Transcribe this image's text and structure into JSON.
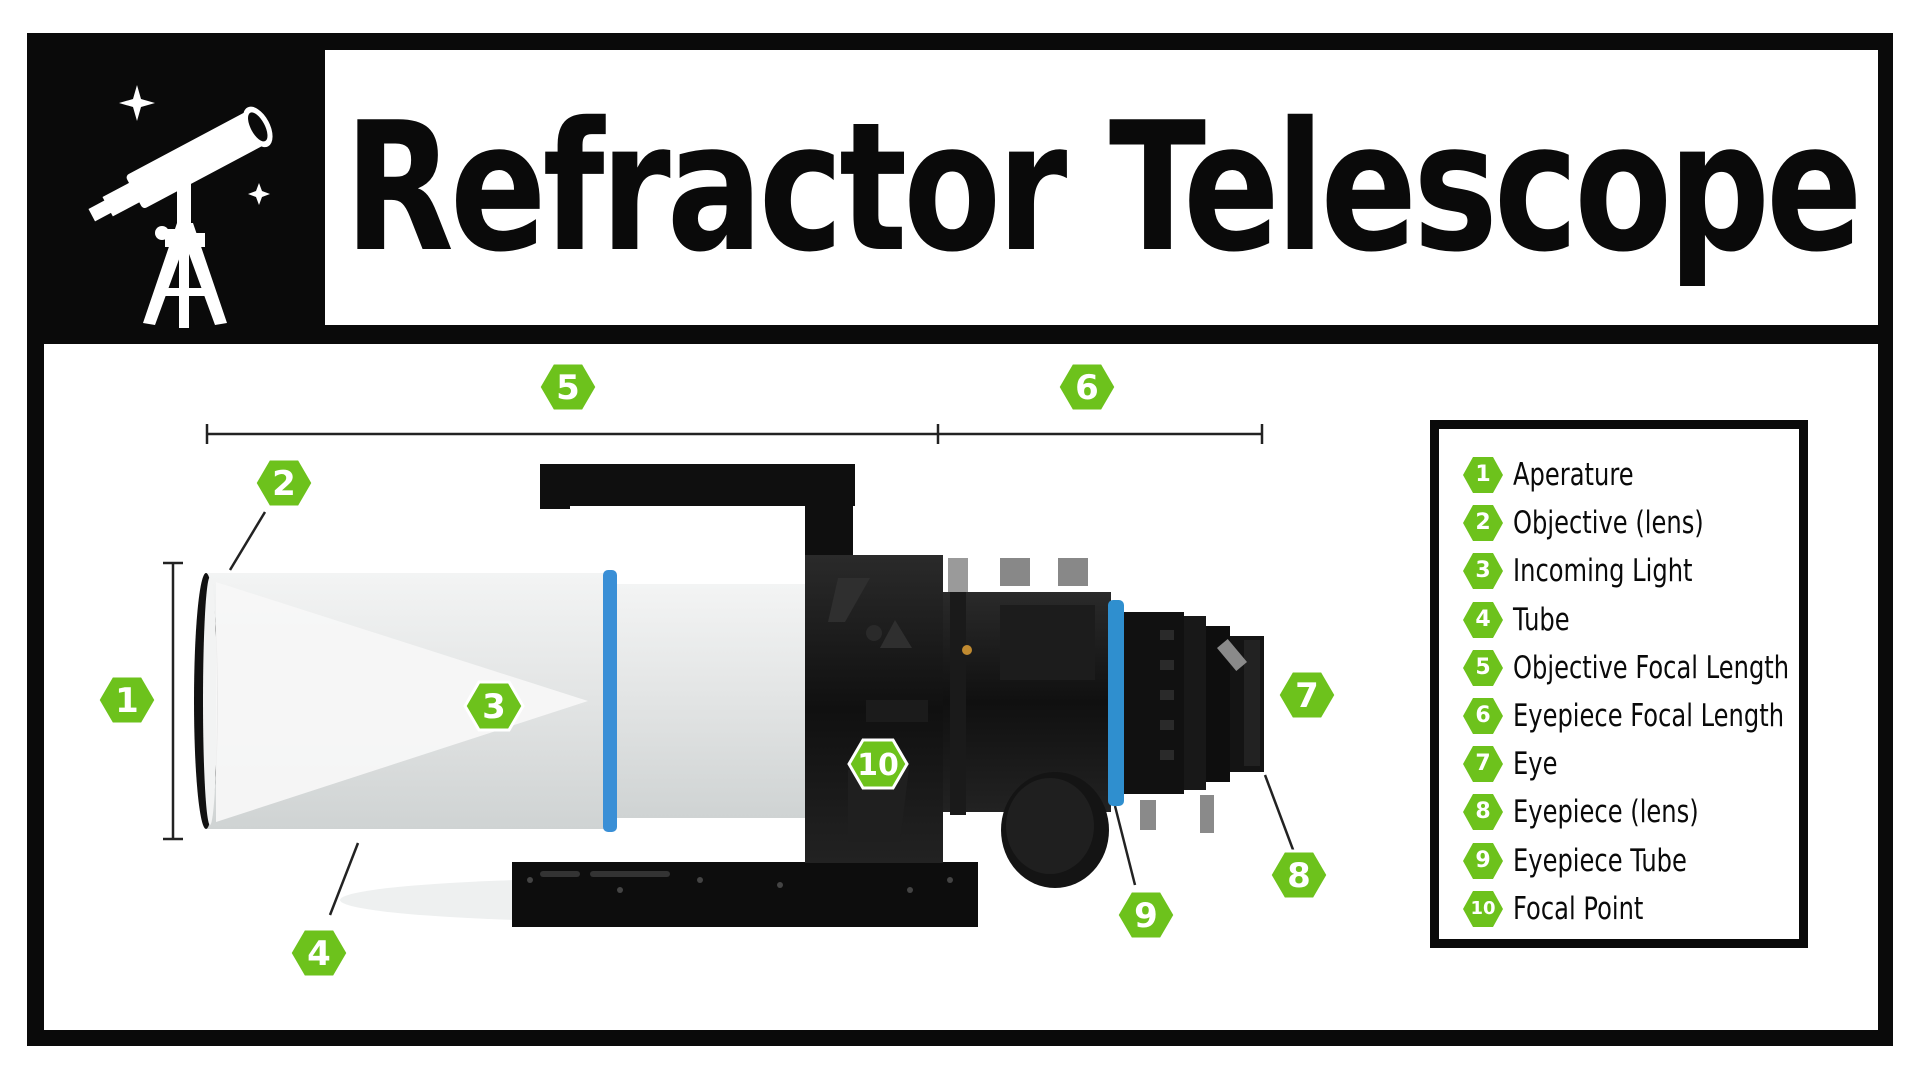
{
  "title": "Refractor Telescope",
  "colors": {
    "accent_green": "#6dc21c",
    "dark": "#0a0a0a",
    "tube_white": "#e8eaea",
    "ring_blue": "#3a8fd6"
  },
  "icon": "telescope-logo-icon",
  "callouts": {
    "c1": "1",
    "c2": "2",
    "c3": "3",
    "c4": "4",
    "c5": "5",
    "c6": "6",
    "c7": "7",
    "c8": "8",
    "c9": "9",
    "c10": "10"
  },
  "legend": {
    "items": [
      {
        "num": "1",
        "label": "Aperature"
      },
      {
        "num": "2",
        "label": "Objective (lens)"
      },
      {
        "num": "3",
        "label": "Incoming Light"
      },
      {
        "num": "4",
        "label": "Tube"
      },
      {
        "num": "5",
        "label": "Objective Focal Length"
      },
      {
        "num": "6",
        "label": "Eyepiece Focal Length"
      },
      {
        "num": "7",
        "label": "Eye"
      },
      {
        "num": "8",
        "label": "Eyepiece (lens)"
      },
      {
        "num": "9",
        "label": "Eyepiece Tube"
      },
      {
        "num": "10",
        "label": "Focal Point"
      }
    ]
  }
}
